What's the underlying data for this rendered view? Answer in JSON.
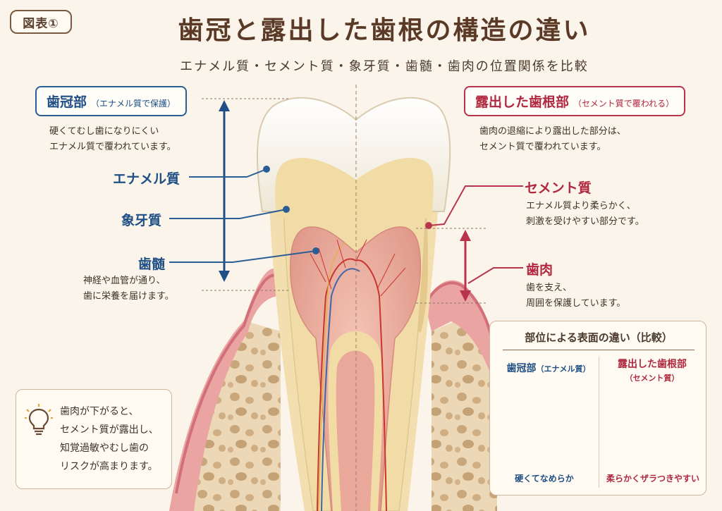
{
  "figure_tag": "図表①",
  "title": "歯冠と露出した歯根の構造の違い",
  "subtitle": "エナメル質・セメント質・象牙質・歯髄・歯肉の位置関係を比較",
  "crown": {
    "heading": "歯冠部",
    "heading_note": "（エナメル質で保護）",
    "desc_line1": "硬くてむし歯になりにくい",
    "desc_line2": "エナメル質で覆われています。"
  },
  "root": {
    "heading": "露出した歯根部",
    "heading_note": "（セメント質で覆われる）",
    "desc_line1": "歯肉の退縮により露出した部分は、",
    "desc_line2": "セメント質で覆われています。"
  },
  "labels": {
    "enamel": "エナメル質",
    "dentin": "象牙質",
    "pulp": "歯髄",
    "pulp_desc_line1": "神経や血管が通り、",
    "pulp_desc_line2": "歯に栄養を届けます。",
    "cementum": "セメント質",
    "cementum_desc_line1": "エナメル質より柔らかく、",
    "cementum_desc_line2": "刺激を受けやすい部分です。",
    "gum": "歯肉",
    "gum_desc_line1": "歯を支え、",
    "gum_desc_line2": "周囲を保護しています。"
  },
  "tip": {
    "icon": "lightbulb-icon",
    "line1": "歯肉が下がると、",
    "line2": "セメント質が露出し、",
    "line3": "知覚過敏やむし歯の",
    "line4": "リスクが高まります。"
  },
  "comparison": {
    "title": "部位による表面の違い（比較）",
    "left_heading": "歯冠部",
    "left_note": "（エナメル質）",
    "left_footer": "硬くてなめらか",
    "right_heading": "露出した歯根部",
    "right_note": "（セメント質）",
    "right_footer": "柔らかくザラつきやすい"
  },
  "colors": {
    "background": "#fbf4ea",
    "blue_accent": "#1f4f85",
    "red_accent": "#b0283f",
    "enamel": "#fbf7ef",
    "dentin": "#f1dca8",
    "pulp": "#e8a79a",
    "gum": "#eaa5a3",
    "bone": "#ecd6b4"
  }
}
